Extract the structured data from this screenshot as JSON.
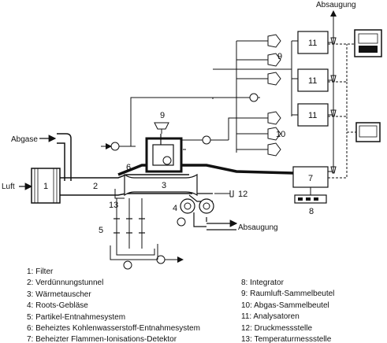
{
  "labels": {
    "absaugung_top": "Absaugung",
    "absaugung_bottom": "Absaugung",
    "abgase": "Abgase",
    "luft": "Luft"
  },
  "numbers": {
    "n1": "1",
    "n2": "2",
    "n3": "3",
    "n4": "4",
    "n5": "5",
    "n6": "6",
    "n7": "7",
    "n8": "8",
    "n9a": "9",
    "n9b": "9",
    "n10": "10",
    "n11a": "11",
    "n11b": "11",
    "n11c": "11",
    "n12": "12",
    "n13": "13"
  },
  "legend_left": [
    "1: Filter",
    "2: Verdünnungstunnel",
    "3: Wärmetauscher",
    "4: Roots-Gebläse",
    "5: Partikel-Entnahmesystem",
    "6: Beheiztes Kohlenwasserstoff-Entnahmesystem",
    "7: Beheizter Flammen-Ionisations-Detektor"
  ],
  "legend_right": [
    "8: Integrator",
    "9: Raumluft-Sammelbeutel",
    "10: Abgas-Sammelbeutel",
    "11: Analysatoren",
    "12: Druckmessstelle",
    "13: Temperaturmessstelle"
  ],
  "icons": [
    "filter-icon",
    "pump-icon",
    "bag-icon",
    "analyzer-icon",
    "recorder-icon",
    "gauge-icon",
    "blower-icon"
  ],
  "colors": {
    "ink": "#111111",
    "background": "#ffffff"
  }
}
